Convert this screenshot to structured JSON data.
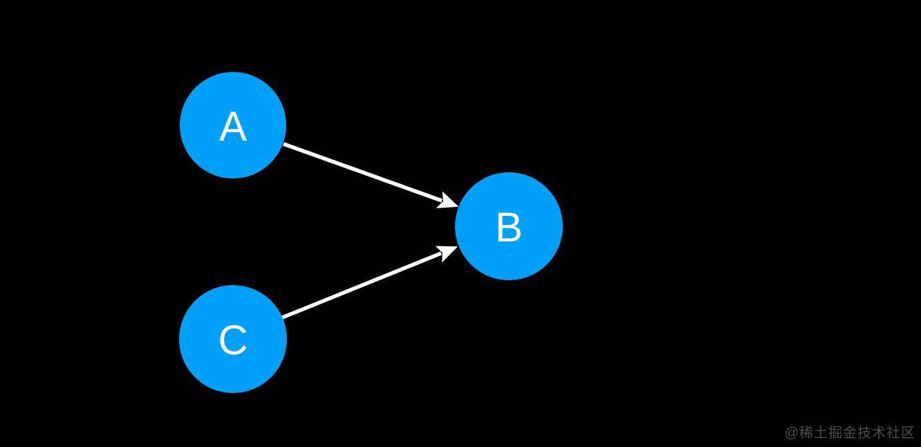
{
  "diagram": {
    "type": "directed-graph",
    "nodes": [
      {
        "id": "A",
        "label": "A"
      },
      {
        "id": "B",
        "label": "B"
      },
      {
        "id": "C",
        "label": "C"
      }
    ],
    "edges": [
      {
        "from": "A",
        "to": "B"
      },
      {
        "from": "C",
        "to": "B"
      }
    ],
    "colors": {
      "background": "#000000",
      "node_fill": "#01a0f8",
      "node_text": "#ffffff",
      "edge": "#ffffff"
    }
  },
  "watermark": {
    "text": "@稀土掘金技术社区",
    "color": "#4d4d4d"
  }
}
